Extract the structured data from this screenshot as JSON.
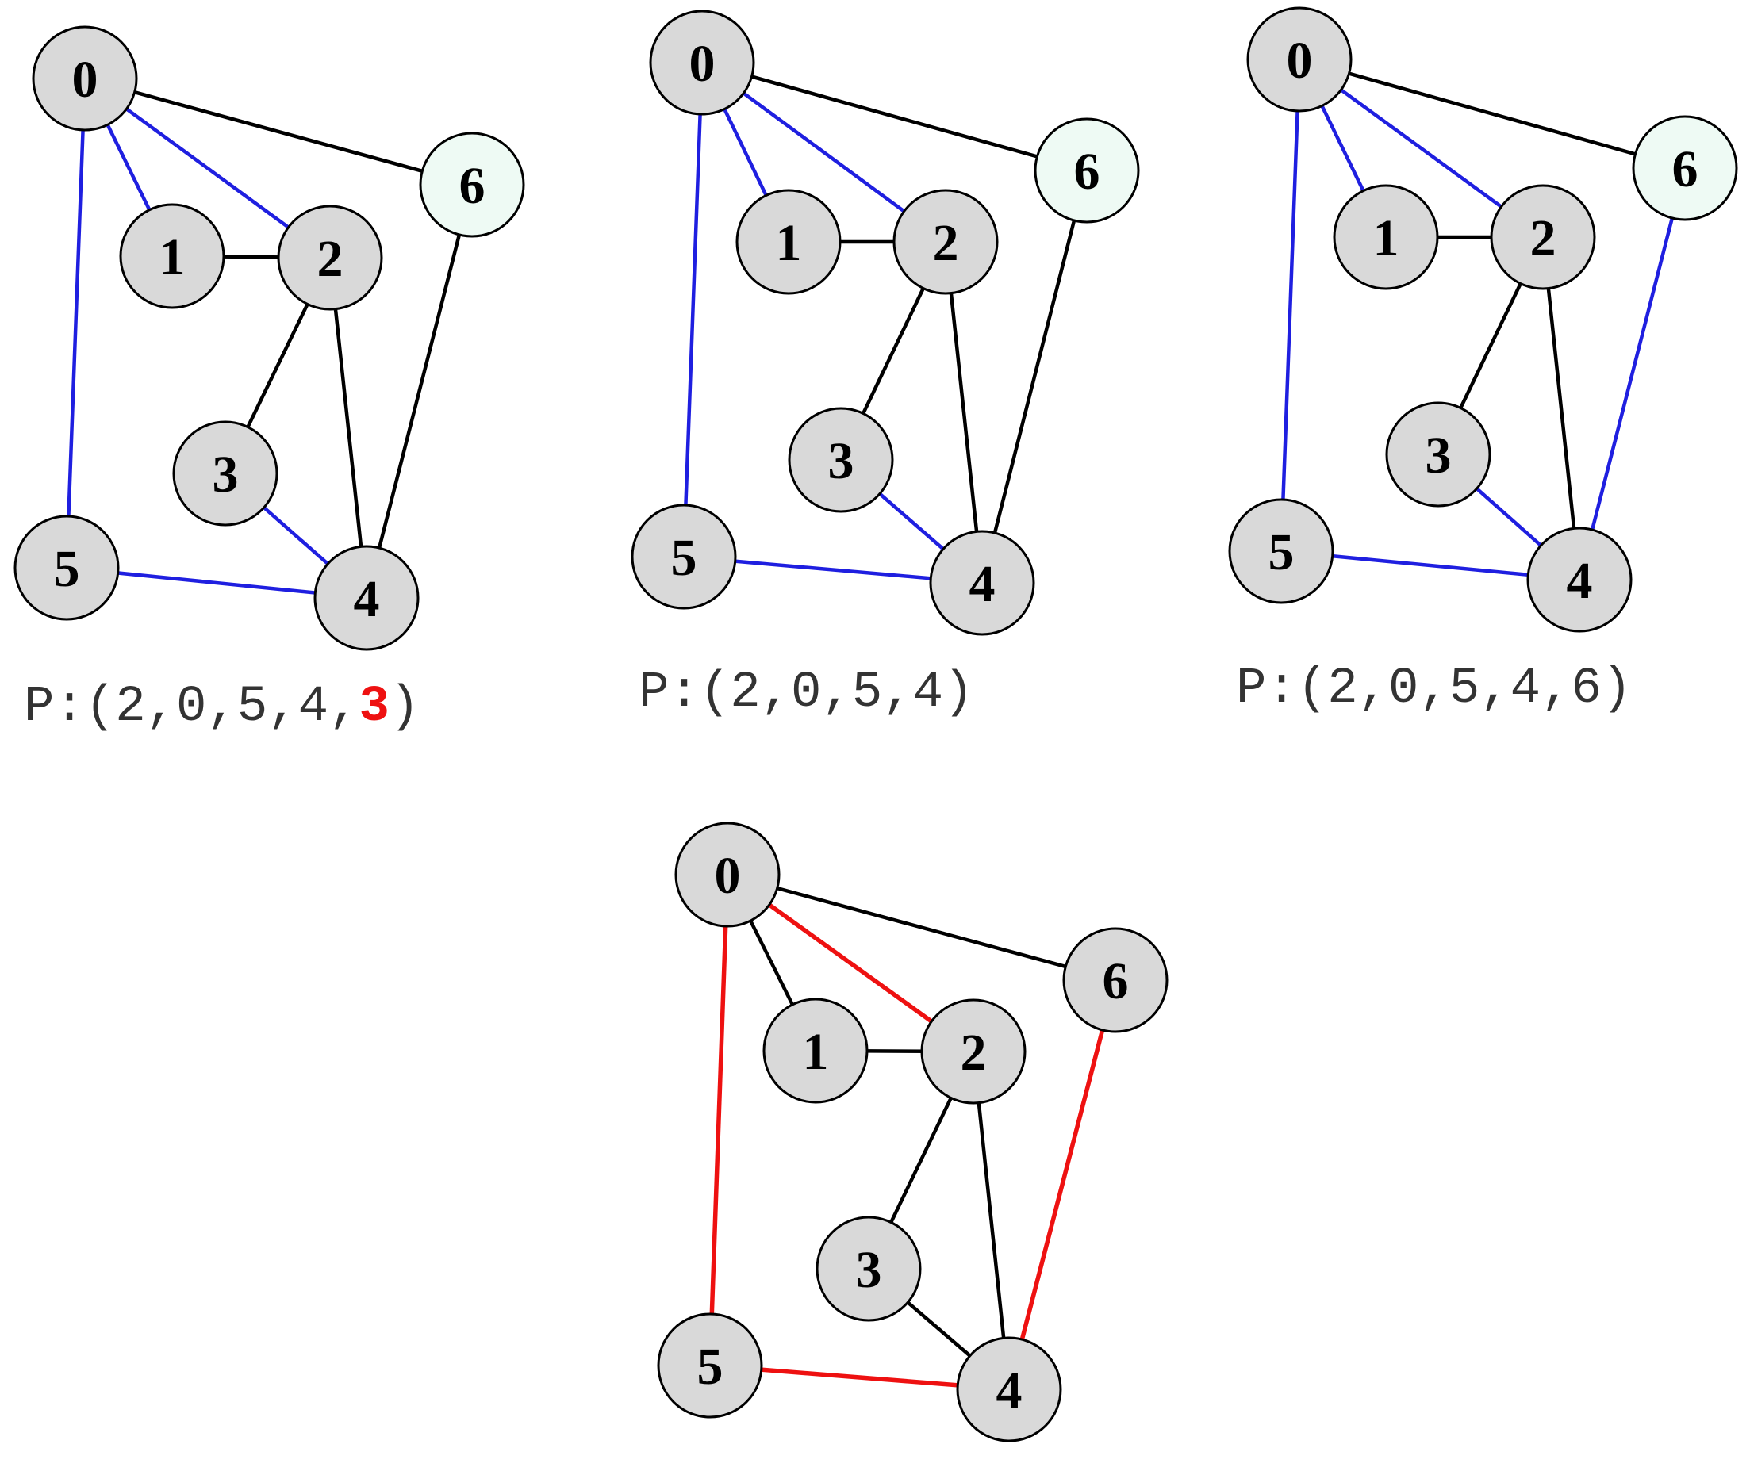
{
  "colors": {
    "background": "#ffffff",
    "node_fill": "#d9d9d9",
    "node_fill_target": "#eefaf4",
    "node_stroke": "#000000",
    "edge_default": "#000000",
    "edge_blue": "#1f1fe0",
    "edge_red": "#ee1111",
    "caption_text": "#333333",
    "caption_highlight": "#ee1111"
  },
  "graph": {
    "nodes": [
      "0",
      "1",
      "2",
      "3",
      "4",
      "5",
      "6"
    ],
    "edges": [
      [
        "0",
        "6"
      ],
      [
        "0",
        "1"
      ],
      [
        "0",
        "2"
      ],
      [
        "0",
        "5"
      ],
      [
        "1",
        "2"
      ],
      [
        "2",
        "3"
      ],
      [
        "2",
        "4"
      ],
      [
        "3",
        "4"
      ],
      [
        "4",
        "5"
      ],
      [
        "4",
        "6"
      ]
    ]
  },
  "panels": [
    {
      "id": "panel-1",
      "caption": {
        "prefix": "P:(2,0,5,4,",
        "highlight": "3",
        "suffix": ")"
      },
      "target_node": "6",
      "edge_styles": [
        {
          "edge": [
            "0",
            "1"
          ],
          "color": "blue"
        },
        {
          "edge": [
            "0",
            "2"
          ],
          "color": "blue"
        },
        {
          "edge": [
            "0",
            "5"
          ],
          "color": "blue"
        },
        {
          "edge": [
            "4",
            "5"
          ],
          "color": "blue"
        },
        {
          "edge": [
            "3",
            "4"
          ],
          "color": "blue"
        }
      ]
    },
    {
      "id": "panel-2",
      "caption": {
        "prefix": "P:(2,0,5,4)",
        "highlight": "",
        "suffix": ""
      },
      "target_node": "6",
      "edge_styles": [
        {
          "edge": [
            "0",
            "1"
          ],
          "color": "blue"
        },
        {
          "edge": [
            "0",
            "2"
          ],
          "color": "blue"
        },
        {
          "edge": [
            "0",
            "5"
          ],
          "color": "blue"
        },
        {
          "edge": [
            "4",
            "5"
          ],
          "color": "blue"
        },
        {
          "edge": [
            "3",
            "4"
          ],
          "color": "blue"
        }
      ]
    },
    {
      "id": "panel-3",
      "caption": {
        "prefix": "P:(2,0,5,4,6)",
        "highlight": "",
        "suffix": ""
      },
      "target_node": "6",
      "edge_styles": [
        {
          "edge": [
            "0",
            "1"
          ],
          "color": "blue"
        },
        {
          "edge": [
            "0",
            "2"
          ],
          "color": "blue"
        },
        {
          "edge": [
            "0",
            "5"
          ],
          "color": "blue"
        },
        {
          "edge": [
            "4",
            "5"
          ],
          "color": "blue"
        },
        {
          "edge": [
            "3",
            "4"
          ],
          "color": "blue"
        },
        {
          "edge": [
            "4",
            "6"
          ],
          "color": "blue"
        }
      ]
    },
    {
      "id": "panel-4",
      "caption": null,
      "target_node": null,
      "edge_styles": [
        {
          "edge": [
            "0",
            "2"
          ],
          "color": "red"
        },
        {
          "edge": [
            "0",
            "5"
          ],
          "color": "red"
        },
        {
          "edge": [
            "4",
            "5"
          ],
          "color": "red"
        },
        {
          "edge": [
            "4",
            "6"
          ],
          "color": "red"
        }
      ]
    }
  ]
}
